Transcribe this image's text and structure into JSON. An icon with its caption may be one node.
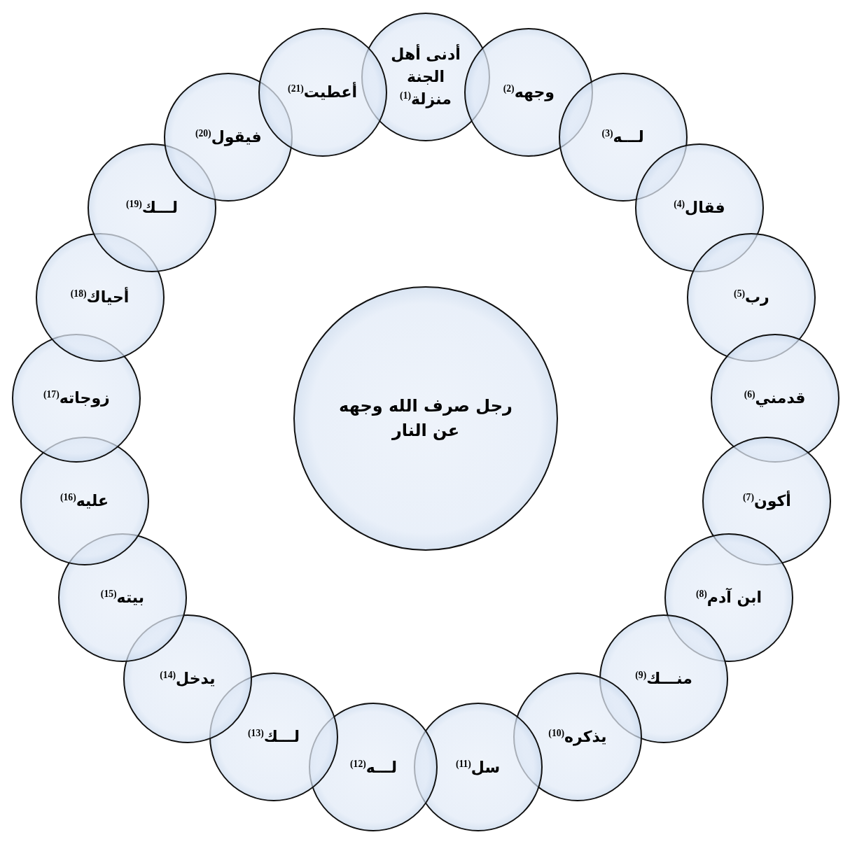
{
  "diagram": {
    "nodes": [
      {
        "text": [
          "رجل صرف الله وجهه عن النار"
        ]
      },
      {
        "text": [
          "أدنى أهل الجنة منزلة$^{(1)}$"
        ]
      },
      {
        "text": [
          "وجهه$^{(2)}$"
        ]
      },
      {
        "text": [
          "لـــه$^{(3)}$"
        ]
      },
      {
        "text": [
          "فقال$^{(4)}$"
        ]
      },
      {
        "text": [
          "رب$^{(5)}$"
        ]
      },
      {
        "text": [
          "قدمني$^{(6)}$"
        ]
      },
      {
        "text": [
          "أكون$^{(7)}$"
        ]
      },
      {
        "text": [
          "ابن آدم$^{(8)}$"
        ]
      },
      {
        "text": [
          "منـــك$^{(9)}$"
        ]
      },
      {
        "text": [
          "يذكره$^{(10)}$"
        ]
      },
      {
        "text": [
          "سل$^{(11)}$"
        ]
      },
      {
        "text": [
          "لـــه$^{(12)}$"
        ]
      },
      {
        "text": [
          "لـــك$^{(13)}$"
        ]
      },
      {
        "text": [
          "يدخل$^{(14)}$"
        ]
      },
      {
        "text": [
          "بيته$^{(15)}$"
        ]
      },
      {
        "text": [
          "عليه$^{(16)}$"
        ]
      },
      {
        "text": [
          "زوجاته$^{(17)}$"
        ]
      },
      {
        "text": [
          "أحياك$^{(18)}$"
        ]
      },
      {
        "text": [
          "لـــك$^{(19)}$"
        ]
      },
      {
        "text": [
          "فيقول$^{(20)}$"
        ]
      },
      {
        "text": [
          "أعطيت$^{(21)}$"
        ]
      }
    ],
    "edges": []
  }
}
